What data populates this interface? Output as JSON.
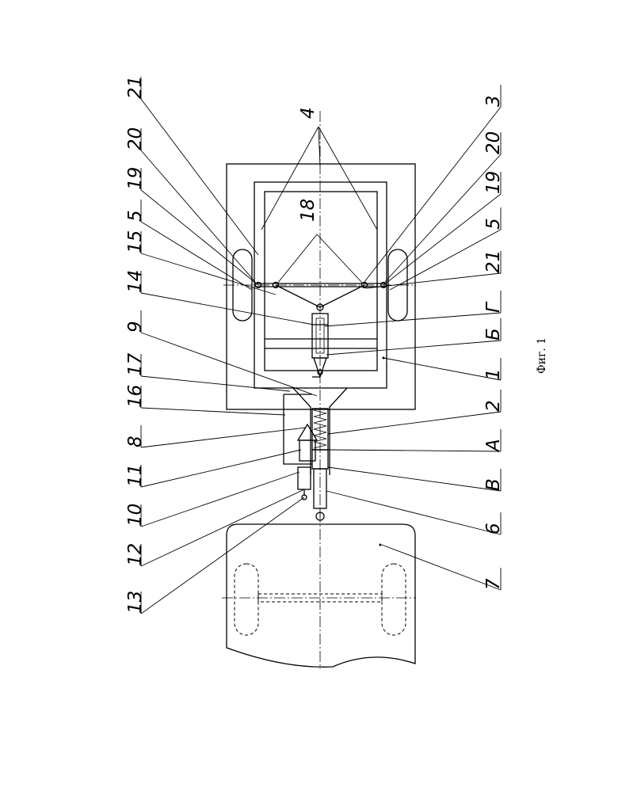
{
  "caption": "Фиг. 1",
  "labels_left": [
    "21",
    "20",
    "19",
    "5",
    "15",
    "14",
    "9",
    "17",
    "16",
    "8",
    "11",
    "10",
    "12",
    "13"
  ],
  "labels_right": [
    "3",
    "20",
    "19",
    "5",
    "21",
    "Г",
    "Б",
    "1",
    "2",
    "А",
    "В",
    "6",
    "7"
  ],
  "label_top": "4",
  "label_center": "18"
}
